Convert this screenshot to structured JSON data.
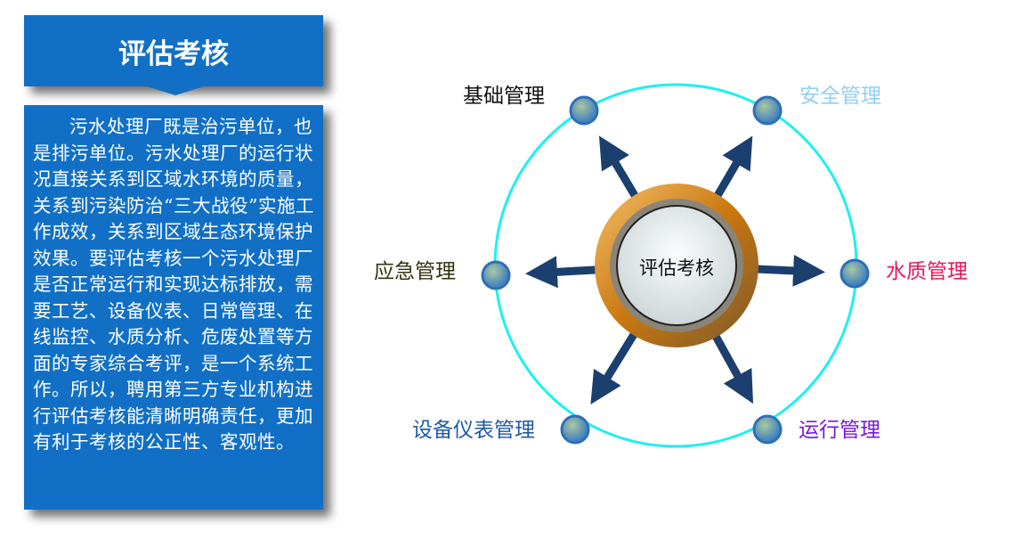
{
  "panel": {
    "title": "评估考核",
    "body": "污水处理厂既是治污单位，也是排污单位。污水处理厂的运行状况直接关系到区域水环境的质量，关系到污染防治“三大战役”实施工作成效，关系到区域生态环境保护效果。要评估考核一个污水处理厂是否正常运行和实现达标排放，需要工艺、设备仪表、日常管理、在线监控、水质分析、危废处置等方面的专家综合考评，是一个系统工作。所以，聘用第三方专业机构进行评估考核能清晰明确责任，更加有利于考核的公正性、客观性。"
  },
  "diagram": {
    "center": "评估考核",
    "nodes": [
      {
        "label": "基础管理",
        "color": "#111111"
      },
      {
        "label": "安全管理",
        "color": "#8fd0f5"
      },
      {
        "label": "应急管理",
        "color": "#333311"
      },
      {
        "label": "水质管理",
        "color": "#f0145a"
      },
      {
        "label": "设备仪表管理",
        "color": "#1e5aa8"
      },
      {
        "label": "运行管理",
        "color": "#7a16e0"
      }
    ]
  }
}
